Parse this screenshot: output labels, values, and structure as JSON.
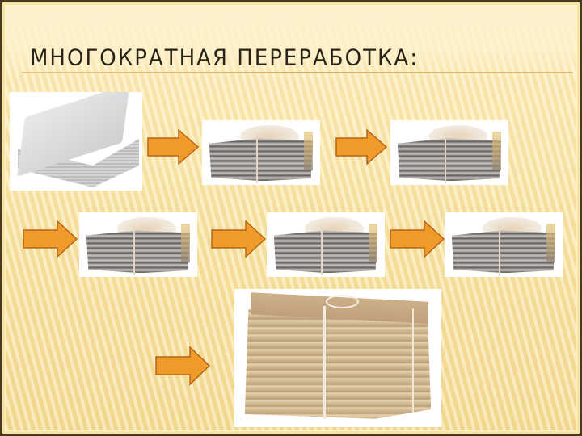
{
  "slide": {
    "title": "МНОГОКРАТНАЯ ПЕРЕРАБОТКА:",
    "colors": {
      "background": "#f7e3a2",
      "frame": "#4a3a1c",
      "title_rule": "#d9ae68",
      "arrow_fill": "#f09a2a",
      "arrow_stroke": "#b5661a",
      "title_text": "#2a2418"
    },
    "flow": [
      {
        "type": "image",
        "subject": "white-paper-stack"
      },
      {
        "type": "arrow",
        "direction": "right"
      },
      {
        "type": "image",
        "subject": "newspaper-bundle"
      },
      {
        "type": "arrow",
        "direction": "right"
      },
      {
        "type": "image",
        "subject": "newspaper-bundle"
      },
      {
        "type": "arrow",
        "direction": "right"
      },
      {
        "type": "image",
        "subject": "newspaper-bundle"
      },
      {
        "type": "arrow",
        "direction": "right"
      },
      {
        "type": "image",
        "subject": "newspaper-bundle"
      },
      {
        "type": "arrow",
        "direction": "right"
      },
      {
        "type": "image",
        "subject": "newspaper-bundle"
      },
      {
        "type": "arrow",
        "direction": "right"
      },
      {
        "type": "image",
        "subject": "cardboard-bundle"
      }
    ]
  }
}
